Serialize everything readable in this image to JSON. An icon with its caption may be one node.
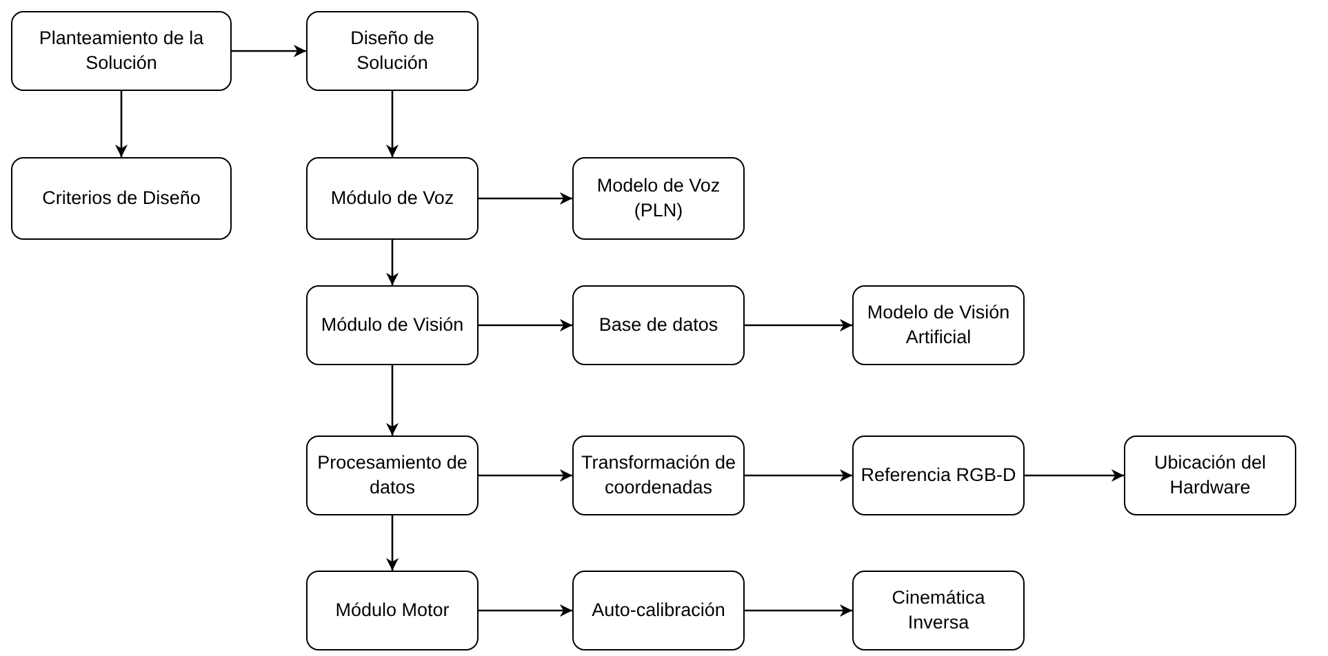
{
  "diagram": {
    "nodes": [
      {
        "text": [
          "Planteamiento de la Solución"
        ]
      },
      {
        "text": [
          "Diseño de Solución"
        ]
      },
      {
        "text": [
          "Criterios de Diseño"
        ]
      },
      {
        "text": [
          "Módulo de Voz"
        ]
      },
      {
        "text": [
          "Modelo de Voz (PLN)"
        ]
      },
      {
        "text": [
          "Módulo de Visión"
        ]
      },
      {
        "text": [
          "Base de datos"
        ]
      },
      {
        "text": [
          "Modelo de Visión Artificial"
        ]
      },
      {
        "text": [
          "Procesamiento de datos"
        ]
      },
      {
        "text": [
          "Transformación de coordenadas"
        ]
      },
      {
        "text": [
          "Referencia RGB-D"
        ]
      },
      {
        "text": [
          "Ubicación del Hardware"
        ]
      },
      {
        "text": [
          "Módulo Motor"
        ]
      },
      {
        "text": [
          "Auto-calibración"
        ]
      },
      {
        "text": [
          "Cinemática Inversa"
        ]
      }
    ],
    "edges": [
      {
        "from": 0,
        "to": 1,
        "arrow": "to"
      },
      {
        "from": 0,
        "to": 2,
        "arrow": "to"
      },
      {
        "from": 1,
        "to": 3,
        "arrow": "to"
      },
      {
        "from": 3,
        "to": 4,
        "arrow": "to"
      },
      {
        "from": 3,
        "to": 5,
        "arrow": "to"
      },
      {
        "from": 5,
        "to": 6,
        "arrow": "to"
      },
      {
        "from": 6,
        "to": 7,
        "arrow": "to"
      },
      {
        "from": 5,
        "to": 8,
        "arrow": "to"
      },
      {
        "from": 8,
        "to": 9,
        "arrow": "to"
      },
      {
        "from": 9,
        "to": 10,
        "arrow": "to"
      },
      {
        "from": 10,
        "to": 11,
        "arrow": "to"
      },
      {
        "from": 8,
        "to": 12,
        "arrow": "to"
      },
      {
        "from": 12,
        "to": 13,
        "arrow": "to"
      },
      {
        "from": 13,
        "to": 14,
        "arrow": "to"
      }
    ]
  }
}
